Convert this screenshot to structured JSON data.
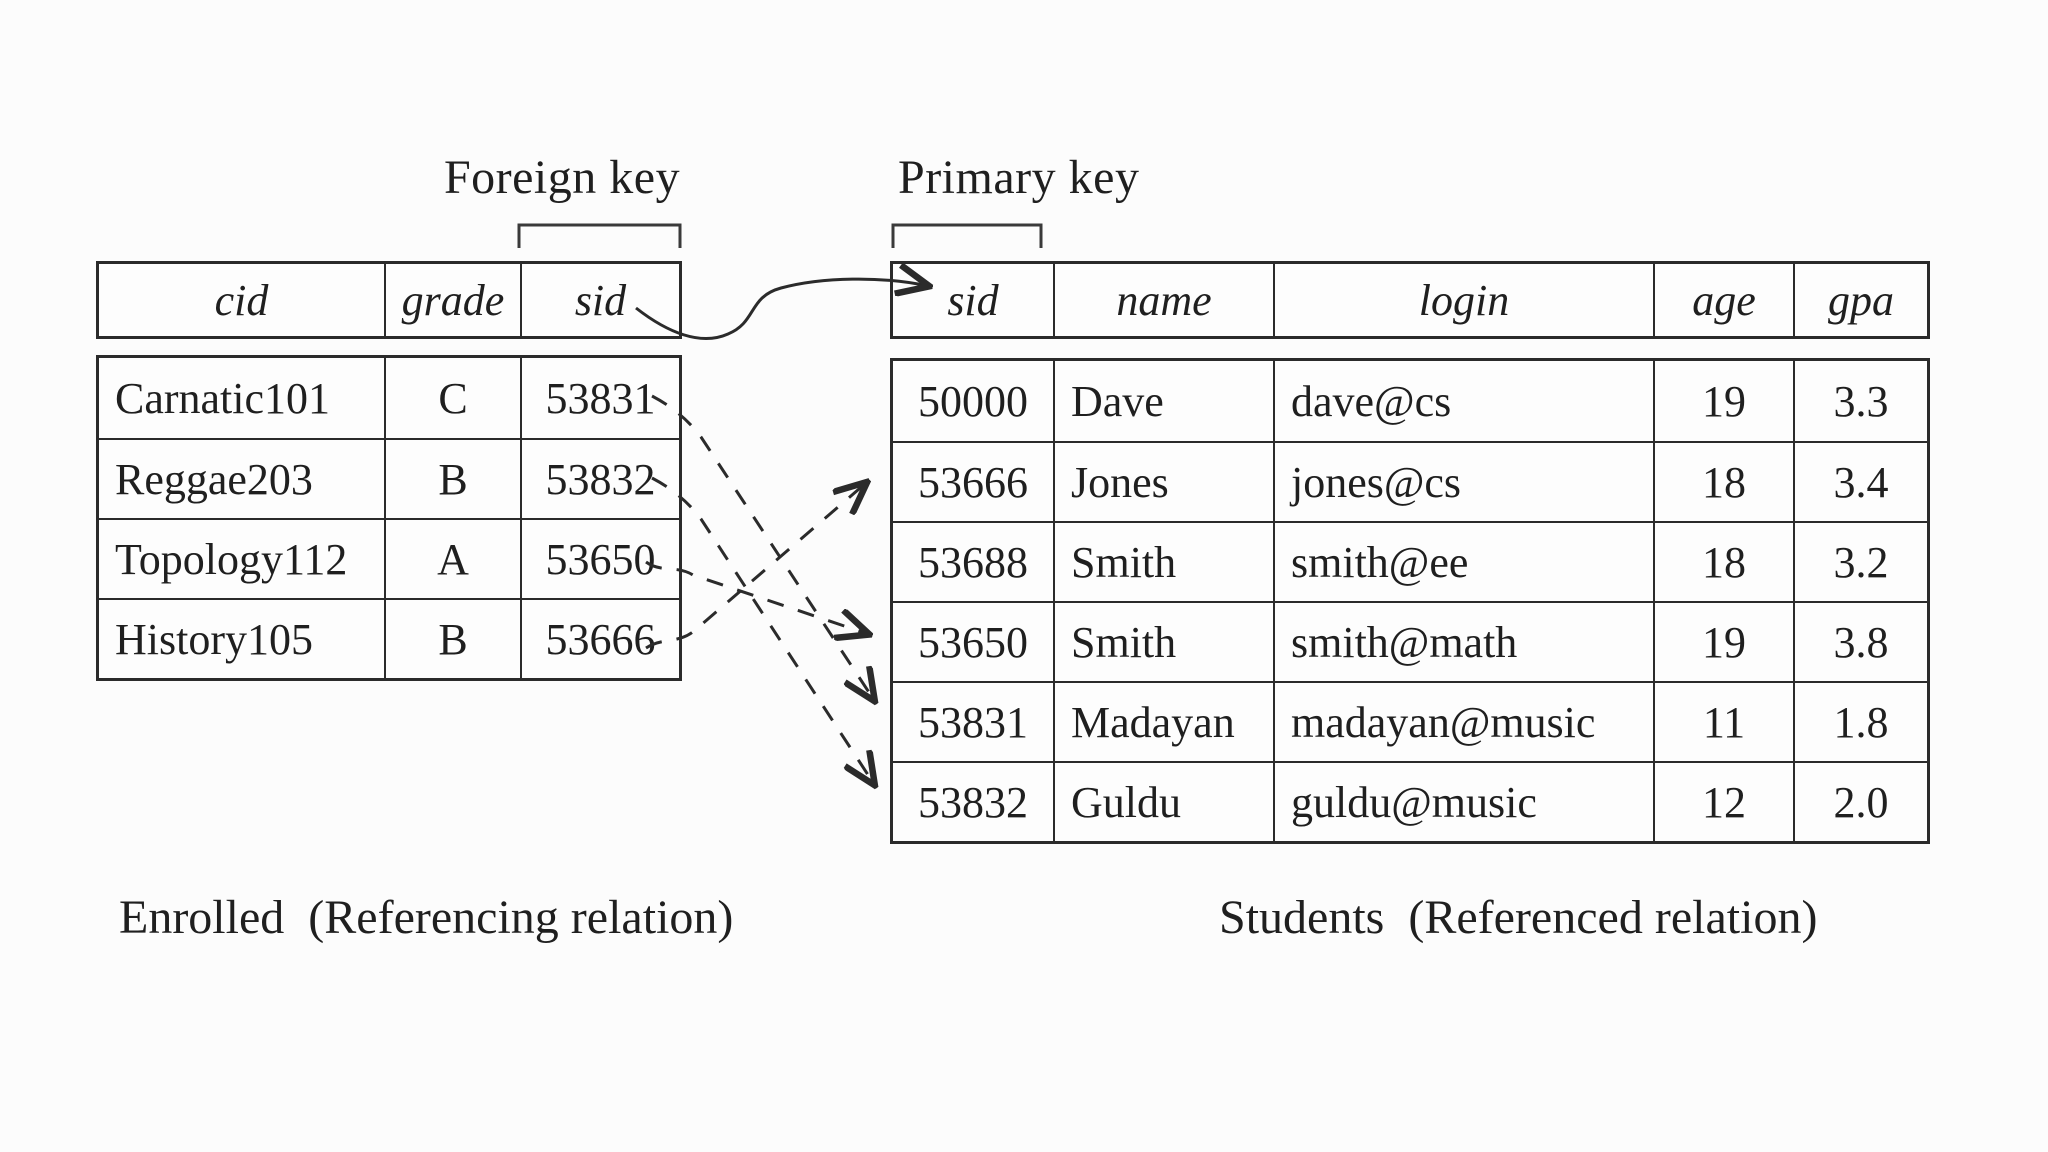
{
  "labels": {
    "foreign_key": "Foreign key",
    "primary_key": "Primary key"
  },
  "captions": {
    "enrolled": "Enrolled  (Referencing relation)",
    "students": "Students  (Referenced relation)"
  },
  "enrolled_table": {
    "name": "Enrolled",
    "columns": [
      "cid",
      "grade",
      "sid"
    ],
    "rows": [
      [
        "Carnatic101",
        "C",
        "53831"
      ],
      [
        "Reggae203",
        "B",
        "53832"
      ],
      [
        "Topology112",
        "A",
        "53650"
      ],
      [
        "History105",
        "B",
        "53666"
      ]
    ]
  },
  "students_table": {
    "name": "Students",
    "columns": [
      "sid",
      "name",
      "login",
      "age",
      "gpa"
    ],
    "rows": [
      [
        "50000",
        "Dave",
        "dave@cs",
        "19",
        "3.3"
      ],
      [
        "53666",
        "Jones",
        "jones@cs",
        "18",
        "3.4"
      ],
      [
        "53688",
        "Smith",
        "smith@ee",
        "18",
        "3.2"
      ],
      [
        "53650",
        "Smith",
        "smith@math",
        "19",
        "3.8"
      ],
      [
        "53831",
        "Madayan",
        "madayan@music",
        "11",
        "1.8"
      ],
      [
        "53832",
        "Guldu",
        "guldu@music",
        "12",
        "2.0"
      ]
    ]
  },
  "relationships": {
    "solid_arrow": {
      "from": "Enrolled.sid",
      "to": "Students.sid"
    },
    "dashed_arrows": [
      {
        "sid": "53831",
        "from_enrolled_row": 1,
        "to_students_row": 5
      },
      {
        "sid": "53832",
        "from_enrolled_row": 2,
        "to_students_row": 6
      },
      {
        "sid": "53650",
        "from_enrolled_row": 3,
        "to_students_row": 4
      },
      {
        "sid": "53666",
        "from_enrolled_row": 4,
        "to_students_row": 2
      }
    ]
  },
  "colors": {
    "ink": "#1f1f1f",
    "line": "#2b2b2b",
    "background": "#fcfcfc"
  }
}
